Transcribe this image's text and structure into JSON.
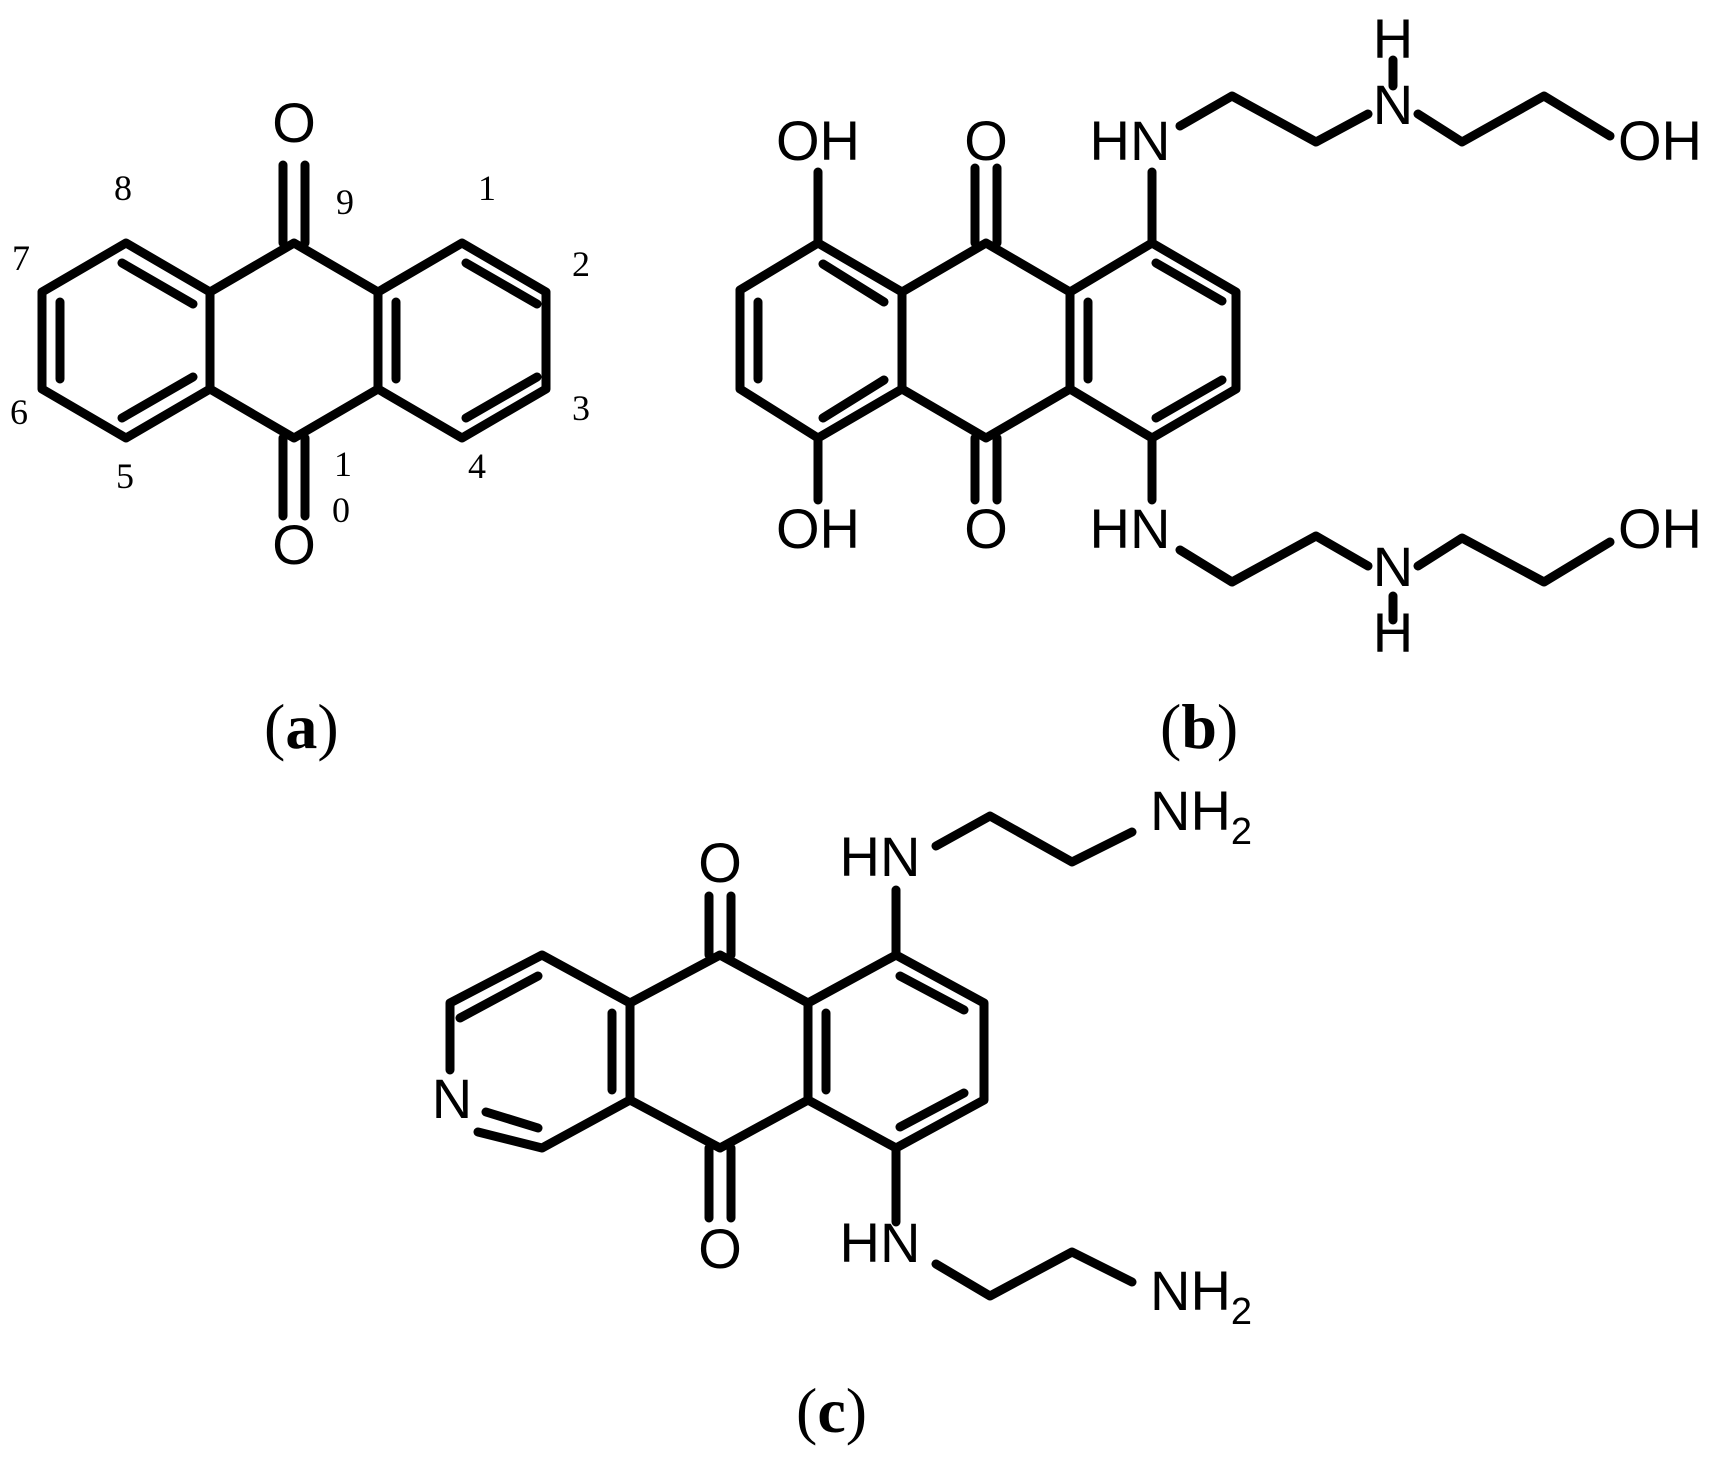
{
  "structure_a": {
    "label_open": "(",
    "label_letter": "a",
    "label_close": ")",
    "oxygen_top": "O",
    "oxygen_bottom": "O",
    "positions": {
      "p1": "1",
      "p2": "2",
      "p3": "3",
      "p4": "4",
      "p5": "5",
      "p6": "6",
      "p7": "7",
      "p8": "8",
      "p9": "9",
      "p10_a": "1",
      "p10_b": "0"
    }
  },
  "structure_b": {
    "label_open": "(",
    "label_letter": "b",
    "label_close": ")",
    "oh_top_left": "OH",
    "oh_bottom_left": "OH",
    "oxygen_top": "O",
    "oxygen_bottom": "O",
    "hn_top": "HN",
    "hn_bottom": "HN",
    "n_top": "N",
    "h_top": "H",
    "n_bottom": "N",
    "h_bottom": "H",
    "oh_top_right": "OH",
    "oh_bottom_right": "OH"
  },
  "structure_c": {
    "label_open": "(",
    "label_letter": "c",
    "label_close": ")",
    "oxygen_top": "O",
    "oxygen_bottom": "O",
    "ring_nitrogen": "N",
    "hn_top": "HN",
    "hn_bottom": "HN",
    "nh2_top": "NH",
    "nh2_top_sub": "2",
    "nh2_bottom": "NH",
    "nh2_bottom_sub": "2"
  }
}
